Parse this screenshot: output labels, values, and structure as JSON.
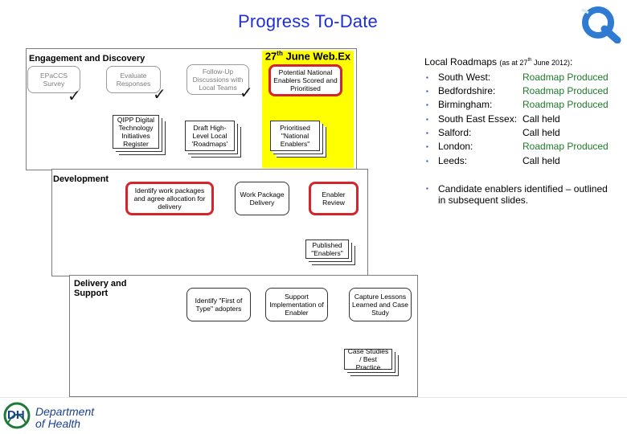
{
  "title": "Progress To-Date",
  "panels": {
    "engagement": "Engagement and Discovery",
    "development": "Development",
    "delivery": "Delivery and Support"
  },
  "webex": {
    "day": "27",
    "sup": "th",
    "rest": " June Web.Ex"
  },
  "nodes": {
    "epaccs_survey": "EPaCCS Survey",
    "evaluate_responses": "Evaluate Responses",
    "follow_up": "Follow-Up Discussions with Local Teams",
    "potential_enablers": "Potential National Enablers Scored and Prioritised",
    "qipp_register": "QIPP Digital Technology Initiatives Register",
    "draft_roadmaps": "Draft High-Level Local 'Roadmaps'",
    "prioritised_enablers": "Prioritised \"National Enablers\"",
    "identify_work_packages": "Identify work packages and agree allocation for delivery",
    "work_package_delivery": "Work Package Delivery",
    "enabler_review": "Enabler Review",
    "published_enablers": "Published \"Enablers\"",
    "identify_first_of_type": "Identify \"First of Type\" adopters",
    "support_implementation": "Support Implementation of Enabler",
    "capture_lessons": "Capture Lessons Learned and Case Study",
    "case_studies": "Case Studies / Best Practice"
  },
  "roadmaps": {
    "heading": "Local Roadmaps",
    "as_at_prefix": "(as at 27",
    "as_at_sup": "th",
    "as_at_suffix": " June 2012)",
    "colon": ":",
    "items": [
      {
        "city": "South West:",
        "status": "Roadmap Produced",
        "state": "produced"
      },
      {
        "city": "Bedfordshire:",
        "status": "Roadmap Produced",
        "state": "produced"
      },
      {
        "city": "Birmingham:",
        "status": "Roadmap Produced",
        "state": "produced"
      },
      {
        "city": "South East Essex:",
        "status": "Call held",
        "state": "held"
      },
      {
        "city": "Salford:",
        "status": "Call held",
        "state": "held"
      },
      {
        "city": "London:",
        "status": "Roadmap Produced",
        "state": "produced"
      },
      {
        "city": "Leeds:",
        "status": "Call held",
        "state": "held"
      }
    ],
    "bullet_glyph": "▪"
  },
  "candidate_note": "Candidate enablers identified – outlined in subsequent slides.",
  "check_glyph": "✓",
  "footer": {
    "dh": "DH",
    "line1": "Department",
    "line2": "of Health"
  },
  "colors": {
    "title_blue": "#1f2fd6",
    "webex_yellow": "#ffff00",
    "highlight_red": "#d3252b",
    "produced_green": "#1e7a2a",
    "dh_green": "#1f7a3a",
    "dh_blue": "#1b3f8f",
    "logo_blue": "#2e7bd1"
  }
}
